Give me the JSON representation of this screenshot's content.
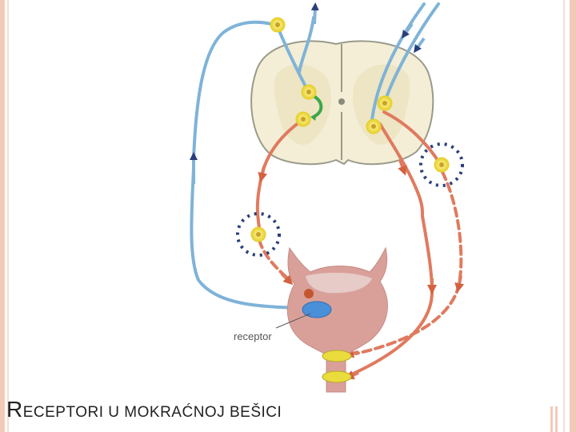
{
  "title": {
    "first_letter": "R",
    "rest": "ECEPTORI U MOKRAĆNOJ BEŠICI"
  },
  "labels": {
    "receptor": "receptor"
  },
  "colors": {
    "afferent_blue": "#7fb3d8",
    "efferent_red": "#e07a5f",
    "spinal_cord_fill": "#f4eed6",
    "bladder_fill": "#d9a09a",
    "neuron_body": "#f2e04a",
    "sphincter": "#e9dc3c",
    "receptor_fill": "#4a90d9",
    "arrow_navy": "#2b3e7a",
    "interneuron_green": "#3aa74a",
    "frame": "#f3c9b8"
  }
}
